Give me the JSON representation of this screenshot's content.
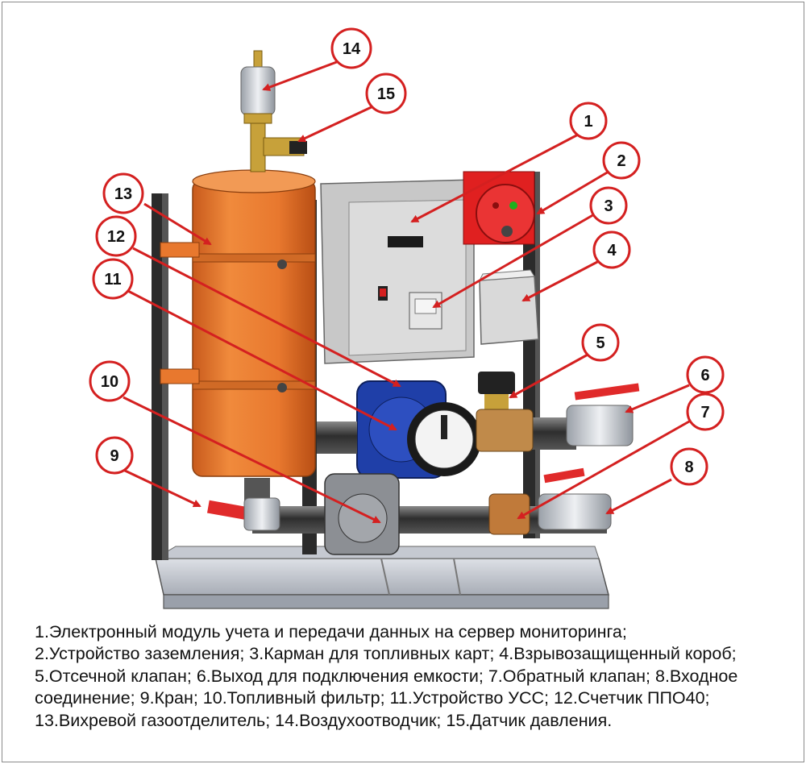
{
  "callouts": [
    {
      "id": "1",
      "label": "1"
    },
    {
      "id": "2",
      "label": "2"
    },
    {
      "id": "3",
      "label": "3"
    },
    {
      "id": "4",
      "label": "4"
    },
    {
      "id": "5",
      "label": "5"
    },
    {
      "id": "6",
      "label": "6"
    },
    {
      "id": "7",
      "label": "7"
    },
    {
      "id": "8",
      "label": "8"
    },
    {
      "id": "9",
      "label": "9"
    },
    {
      "id": "10",
      "label": "10"
    },
    {
      "id": "11",
      "label": "11"
    },
    {
      "id": "12",
      "label": "12"
    },
    {
      "id": "13",
      "label": "13"
    },
    {
      "id": "14",
      "label": "14"
    },
    {
      "id": "15",
      "label": "15"
    }
  ],
  "caption": "1.Электронный модуль учета и передачи данных на сервер мониторинга;\n2.Устройство заземления; 3.Карман для топливных карт; 4.Взрывозащищенный короб; 5.Отсечной клапан; 6.Выход для подключения емкости; 7.Обратный клапан; 8.Входное соединение; 9.Кран; 10.Топливный фильтр; 11.Устройство УСС; 12.Счетчик ППО40; 13.Вихревой газоотделитель; 14.Воздухоотводчик; 15.Датчик давления.",
  "colors": {
    "callout_outline": "#d42020",
    "arrow": "#d42020",
    "tank": "#e8782e",
    "frame": "#2b2b2b",
    "base": "#c9ccd4",
    "pump": "#1f3fa8",
    "grounding": "#e02020",
    "box": "#d9d9d9",
    "valve_handle": "#e02a2a"
  }
}
